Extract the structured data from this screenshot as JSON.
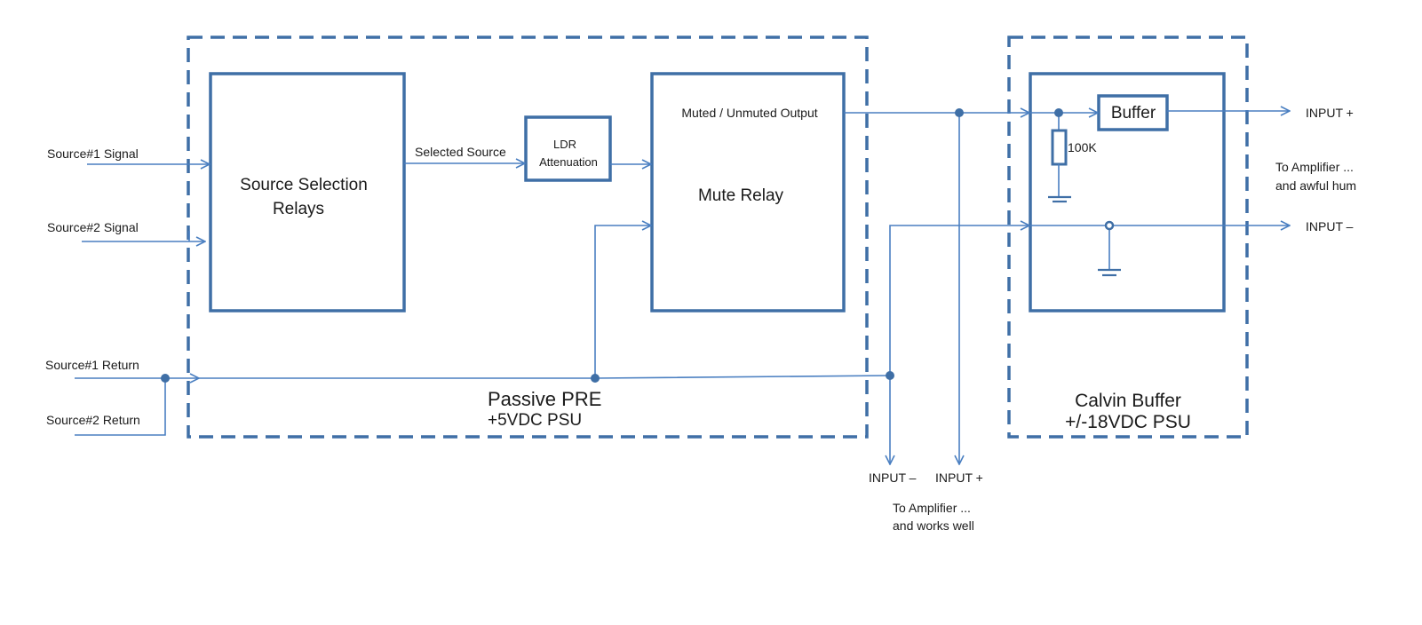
{
  "colors": {
    "wire": "#4a7fc1",
    "block": "#3f6fa6",
    "text": "#1a1a1a",
    "background": "#ffffff"
  },
  "inputs": {
    "source1_signal": "Source#1 Signal",
    "source2_signal": "Source#2 Signal",
    "source1_return": "Source#1 Return",
    "source2_return": "Source#2 Return"
  },
  "passive_pre": {
    "title": "Passive PRE",
    "psu": "+5VDC PSU",
    "source_selection_line1": "Source Selection",
    "source_selection_line2": "Relays",
    "selected_source": "Selected Source",
    "ldr_line1": "LDR",
    "ldr_line2": "Attenuation",
    "mute_relay": "Mute Relay",
    "muted_output": "Muted / Unmuted Output"
  },
  "calvin_buffer": {
    "title": "Calvin Buffer",
    "psu": "+/-18VDC PSU",
    "buffer": "Buffer",
    "resistor": "100K"
  },
  "outputs": {
    "buffered_input_plus": "INPUT +",
    "buffered_input_minus": "INPUT –",
    "buffered_note_line1": "To Amplifier ...",
    "buffered_note_line2": "and awful hum",
    "direct_input_minus": "INPUT –",
    "direct_input_plus": "INPUT +",
    "direct_note_line1": "To Amplifier ...",
    "direct_note_line2": "and works well"
  }
}
